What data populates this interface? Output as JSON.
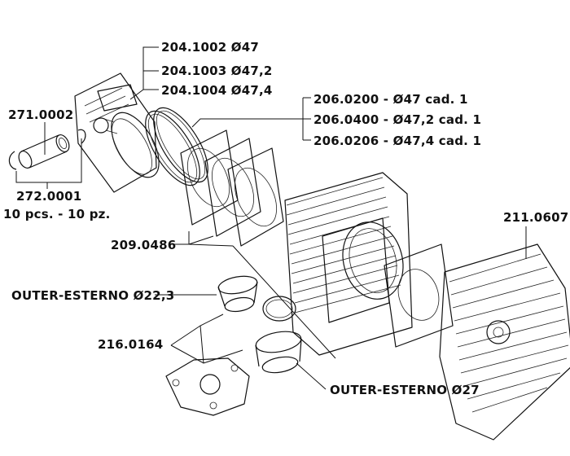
{
  "labels": {
    "piston_ref_1": "204.1002 Ø47",
    "piston_ref_2": "204.1003 Ø47,2",
    "piston_ref_3": "204.1004 Ø47,4",
    "rings_ref_1": "206.0200 - Ø47 cad. 1",
    "rings_ref_2": "206.0400 - Ø47,2 cad. 1",
    "rings_ref_3": "206.0206 - Ø47,4 cad. 1",
    "pin_ref": "271.0002",
    "clip_ref": "272.0001",
    "clip_qty": "10 pcs. - 10 pz.",
    "gasket_ref": "209.0486",
    "head_ref": "211.0607",
    "outer_small": "OUTER-ESTERNO Ø22,3",
    "reducer_ref": "216.0164",
    "outer_large": "OUTER-ESTERNO Ø27"
  }
}
